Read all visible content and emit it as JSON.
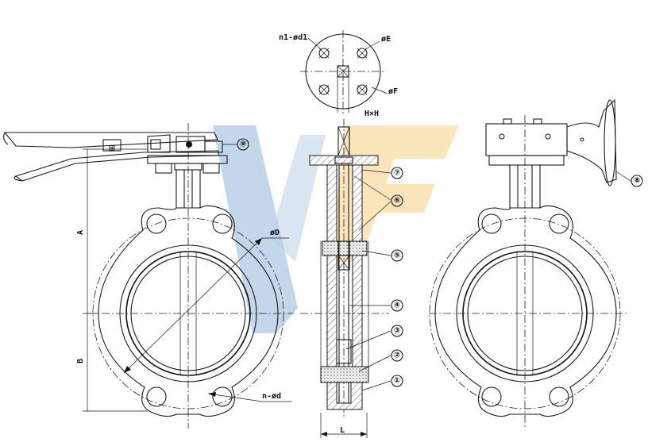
{
  "dimension_labels": {
    "bolt_holes_top": "n1-ød1",
    "phi_e": "øE",
    "phi_f": "øF",
    "square_drive": "H×H",
    "phi_d": "øD",
    "bolt_holes_body": "n-ød",
    "height_a": "A",
    "height_b": "B",
    "face_length": "L"
  },
  "callouts": [
    "①",
    "②",
    "③",
    "④",
    "⑤",
    "⑥",
    "⑦",
    "⑧",
    "⑨"
  ],
  "watermark_colors": {
    "blue": "#b9cfe6",
    "orange": "#fbe3b4"
  }
}
